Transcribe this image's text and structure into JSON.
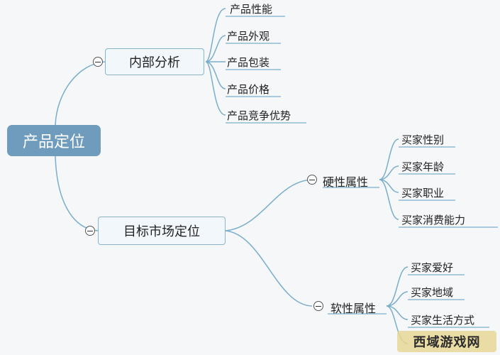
{
  "mindmap": {
    "root": "产品定位",
    "internal": {
      "label": "内部分析",
      "items": [
        "产品性能",
        "产品外观",
        "产品包装",
        "产品价格",
        "产品竞争优势"
      ]
    },
    "market": {
      "label": "目标市场定位",
      "hard": {
        "label": "硬性属性",
        "items": [
          "买家性别",
          "买家年龄",
          "买家职业",
          "买家消费能力"
        ]
      },
      "soft": {
        "label": "软性属性",
        "items": [
          "买家爱好",
          "买家地域",
          "买家生活方式"
        ]
      }
    }
  },
  "watermark": "西域游戏网",
  "colors": {
    "branch": "#7aaecb",
    "root_fill": "#6f9cbd",
    "box_border": "#8ab4cc"
  }
}
